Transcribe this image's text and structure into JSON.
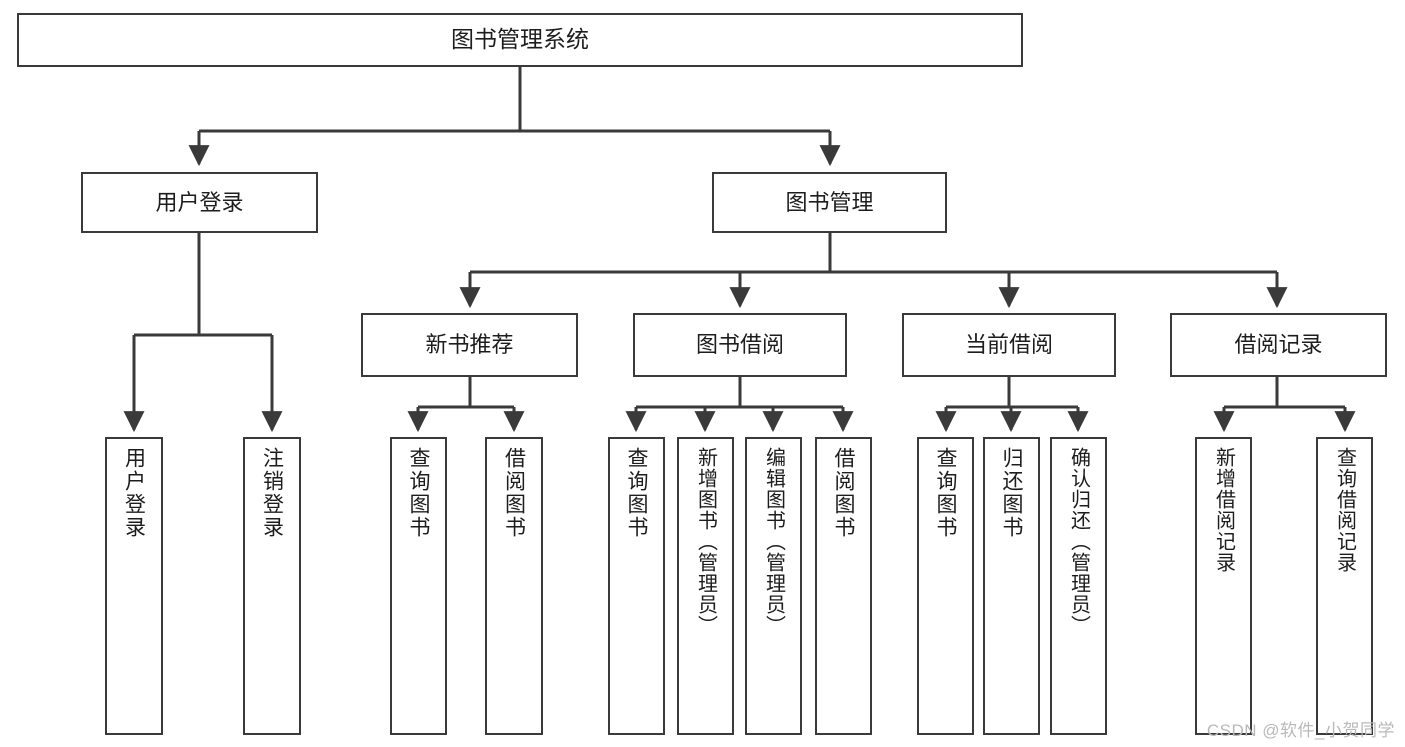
{
  "diagram": {
    "type": "tree",
    "title": "图书管理系统",
    "watermark": "CSDN @软件_小贺同学",
    "nodes": {
      "root": {
        "label": "图书管理系统"
      },
      "level2": [
        {
          "id": "user-login",
          "label": "用户登录"
        },
        {
          "id": "book-management",
          "label": "图书管理"
        }
      ],
      "level3": [
        {
          "id": "new-book-recommend",
          "label": "新书推荐"
        },
        {
          "id": "book-borrow",
          "label": "图书借阅"
        },
        {
          "id": "current-borrow",
          "label": "当前借阅"
        },
        {
          "id": "borrow-record",
          "label": "借阅记录"
        }
      ],
      "leaves": [
        {
          "id": "leaf-user-login",
          "label": "用户登录",
          "parent": "user-login"
        },
        {
          "id": "leaf-logout",
          "label": "注销登录",
          "parent": "user-login"
        },
        {
          "id": "leaf-query-book-1",
          "label": "查询图书",
          "parent": "new-book-recommend"
        },
        {
          "id": "leaf-borrow-book-1",
          "label": "借阅图书",
          "parent": "new-book-recommend"
        },
        {
          "id": "leaf-query-book-2",
          "label": "查询图书",
          "parent": "book-borrow"
        },
        {
          "id": "leaf-add-book",
          "label": "新增图书（管理员）",
          "parent": "book-borrow"
        },
        {
          "id": "leaf-edit-book",
          "label": "编辑图书（管理员）",
          "parent": "book-borrow"
        },
        {
          "id": "leaf-borrow-book-2",
          "label": "借阅图书",
          "parent": "book-borrow"
        },
        {
          "id": "leaf-query-book-3",
          "label": "查询图书",
          "parent": "current-borrow"
        },
        {
          "id": "leaf-return-book",
          "label": "归还图书",
          "parent": "current-borrow"
        },
        {
          "id": "leaf-confirm-return",
          "label": "确认归还（管理员）",
          "parent": "current-borrow"
        },
        {
          "id": "leaf-add-record",
          "label": "新增借阅记录",
          "parent": "borrow-record"
        },
        {
          "id": "leaf-query-record",
          "label": "查询借阅记录",
          "parent": "borrow-record"
        }
      ]
    },
    "colors": {
      "stroke": "#3a3a3a",
      "fill": "#ffffff",
      "text": "#1d1d1d",
      "watermark": "#b9b9b9"
    }
  }
}
